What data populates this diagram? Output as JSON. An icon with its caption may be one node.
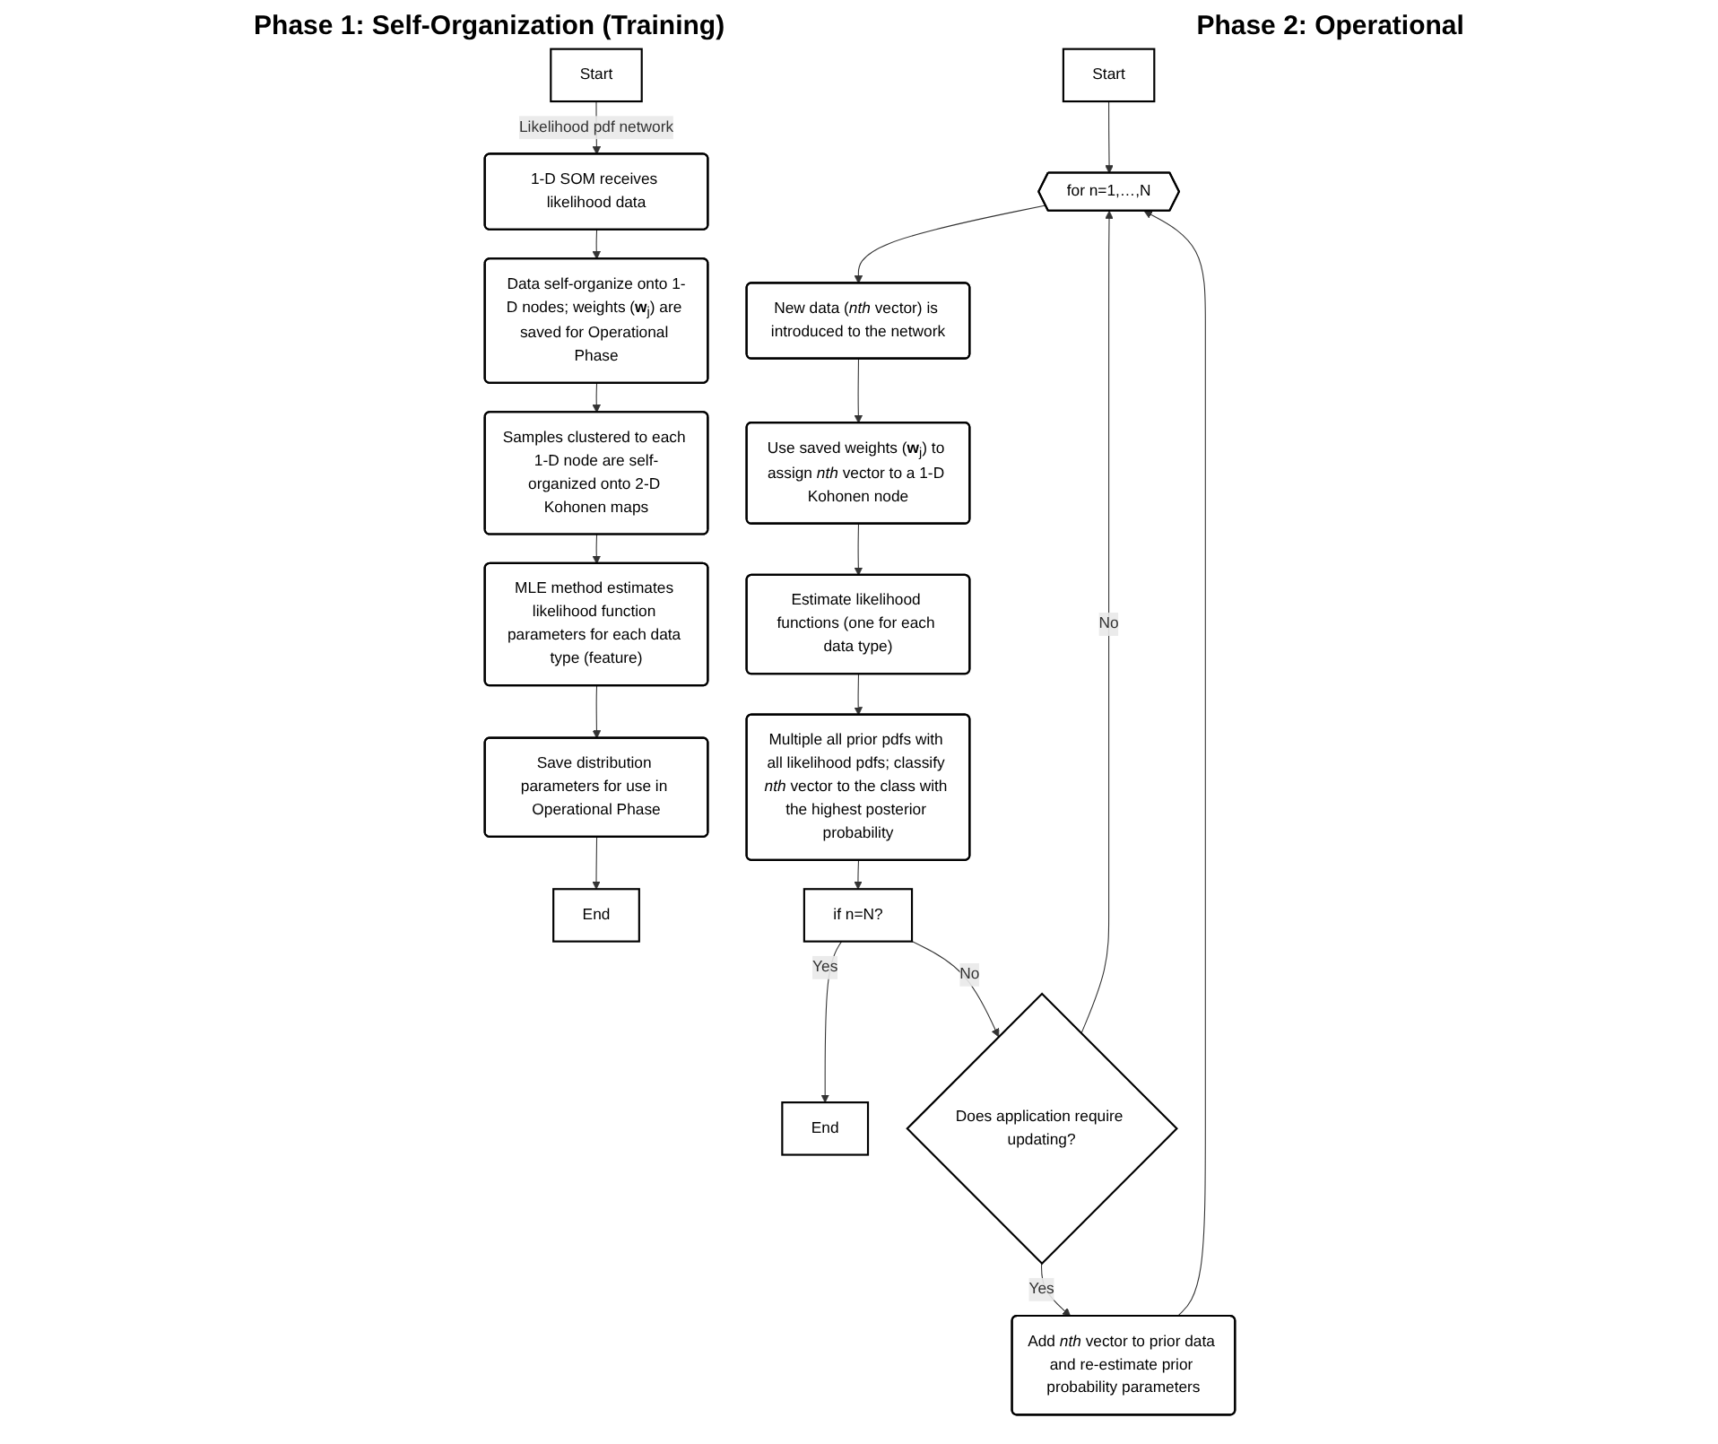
{
  "diagram": {
    "nodes": [
      {
        "text": [
          "Start"
        ]
      },
      {
        "text": [
          "1-D SOM receives likelihood data"
        ]
      },
      {
        "text": [
          "Data self-organize onto 1-D nodes; weights (**w**$_{j}$) are saved for Operational Phase"
        ]
      },
      {
        "text": [
          "Samples clustered to each 1-D node are self-organized onto 2-D Kohonen maps"
        ]
      },
      {
        "text": [
          "MLE method estimates likelihood function parameters for each data type (feature)"
        ]
      },
      {
        "text": [
          "Save distribution parameters for use in Operational Phase"
        ]
      },
      {
        "text": [
          "End"
        ]
      },
      {
        "text": [
          "Start"
        ]
      },
      {
        "text": [
          "for n=1,…,N"
        ]
      },
      {
        "text": [
          "New data (*nth* vector) is introduced to the network"
        ]
      },
      {
        "text": [
          "Use saved weights (**w**$_{j}$) to assign *nth* vector to a 1-D Kohonen node"
        ]
      },
      {
        "text": [
          "Estimate likelihood functions (one for each data type)"
        ]
      },
      {
        "text": [
          "Multiple all prior pdfs with all likelihood pdfs; classify *nth* vector to the class with the highest posterior probability"
        ]
      },
      {
        "text": [
          "if n=N?"
        ]
      },
      {
        "text": [
          "End"
        ]
      },
      {
        "text": [
          "Does application require updating?"
        ]
      },
      {
        "text": [
          "Add *nth* vector to prior data and re-estimate prior probability parameters"
        ]
      }
    ],
    "edges": [
      {
        "from": 0,
        "to": 1,
        "arrow": "to",
        "label": "Likelihood pdf network"
      },
      {
        "from": 1,
        "to": 2,
        "arrow": "to"
      },
      {
        "from": 2,
        "to": 3,
        "arrow": "to"
      },
      {
        "from": 3,
        "to": 4,
        "arrow": "to"
      },
      {
        "from": 4,
        "to": 5,
        "arrow": "to"
      },
      {
        "from": 5,
        "to": 6,
        "arrow": "to"
      },
      {
        "from": 7,
        "to": 8,
        "arrow": "to"
      },
      {
        "from": 8,
        "to": 9,
        "arrow": "to"
      },
      {
        "from": 9,
        "to": 10,
        "arrow": "to"
      },
      {
        "from": 10,
        "to": 11,
        "arrow": "to"
      },
      {
        "from": 11,
        "to": 12,
        "arrow": "to"
      },
      {
        "from": 12,
        "to": 13,
        "arrow": "to"
      },
      {
        "from": 13,
        "to": 14,
        "arrow": "to",
        "label": "Yes"
      },
      {
        "from": 13,
        "to": 15,
        "arrow": "to",
        "label": "No"
      },
      {
        "from": 15,
        "to": 16,
        "arrow": "to",
        "label": "Yes"
      },
      {
        "from": 16,
        "to": 8,
        "arrow": "to"
      },
      {
        "from": 15,
        "to": 8,
        "arrow": "to",
        "label": "No"
      }
    ],
    "labels": [
      "Phase 1: Self-Organization (Training)",
      "Phase 2: Operational"
    ]
  }
}
